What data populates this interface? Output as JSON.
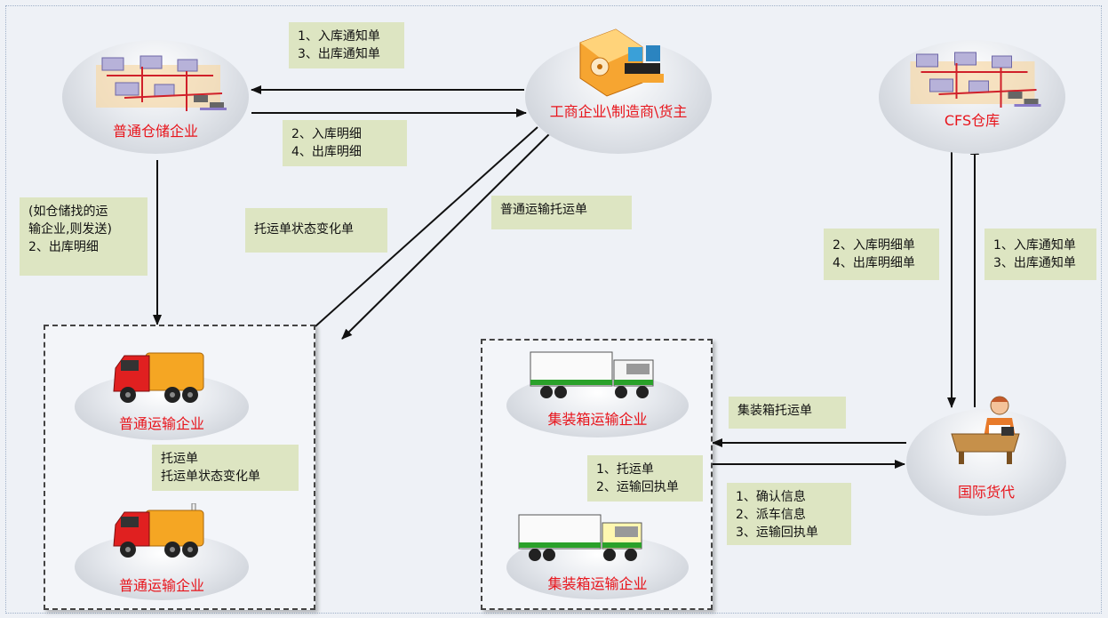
{
  "nodes": {
    "warehouse": "普通仓储企业",
    "shipper": "工商企业\\制造商\\货主",
    "cfs": "CFS仓库",
    "transport_top": "普通运输企业",
    "transport_bottom": "普通运输企业",
    "container_top": "集装箱运输企业",
    "container_bottom": "集装箱运输企业",
    "forwarder": "国际货代"
  },
  "notes": {
    "notice_shipper_to_warehouse": [
      "1、入库通知单",
      "3、出库通知单"
    ],
    "detail_warehouse_to_shipper": [
      "2、入库明细",
      "4、出库明细"
    ],
    "warehouse_to_transport": [
      "(如仓储找的运",
      "输企业,则发送)",
      "2、出库明细"
    ],
    "status_change": [
      "托运单状态变化单"
    ],
    "normal_consignment": [
      "普通运输托运单"
    ],
    "cfs_detail": [
      "2、入库明细单",
      "4、出库明细单"
    ],
    "cfs_notice": [
      "1、入库通知单",
      "3、出库通知单"
    ],
    "transport_pair": [
      "托运单",
      "托运单状态变化单"
    ],
    "container_consignment": [
      "集装箱托运单"
    ],
    "container_pair": [
      "1、托运单",
      "2、运输回执单"
    ],
    "container_to_forwarder": [
      "1、确认信息",
      "2、派车信息",
      "3、运输回执单"
    ]
  },
  "colors": {
    "node_label": "#e8141b",
    "note_bg": "#dde5c2",
    "background": "#eef1f6"
  },
  "icons": {
    "warehouse": "warehouse-map-icon",
    "shipper": "factory-icon",
    "cfs": "warehouse-map-icon",
    "truck": "orange-truck-icon",
    "container_truck": "container-truck-icon",
    "forwarder": "agent-desk-icon"
  }
}
